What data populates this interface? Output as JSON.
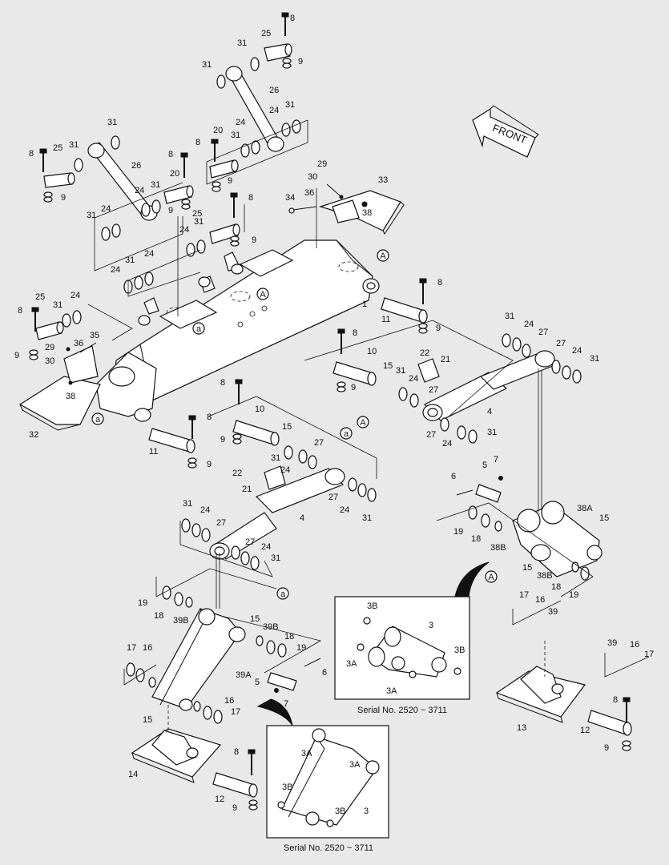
{
  "direction_label": "FRONT",
  "ref_markers": {
    "a": "a",
    "A": "A"
  },
  "insets": [
    {
      "caption": "Serial No. 2520 ~ 3711",
      "callouts": [
        "3B",
        "3",
        "3B",
        "3A",
        "3A"
      ]
    },
    {
      "caption": "Serial No. 2520 ~ 3711",
      "callouts": [
        "3A",
        "3A",
        "3B",
        "3B",
        "3"
      ]
    }
  ],
  "callouts": [
    "1",
    "3",
    "3A",
    "3B",
    "4",
    "5",
    "6",
    "7",
    "8",
    "9",
    "10",
    "11",
    "12",
    "13",
    "14",
    "15",
    "16",
    "17",
    "18",
    "19",
    "20",
    "21",
    "22",
    "24",
    "25",
    "26",
    "27",
    "29",
    "30",
    "31",
    "32",
    "33",
    "34",
    "35",
    "36",
    "38",
    "38A",
    "38B",
    "39",
    "39A",
    "39B"
  ]
}
